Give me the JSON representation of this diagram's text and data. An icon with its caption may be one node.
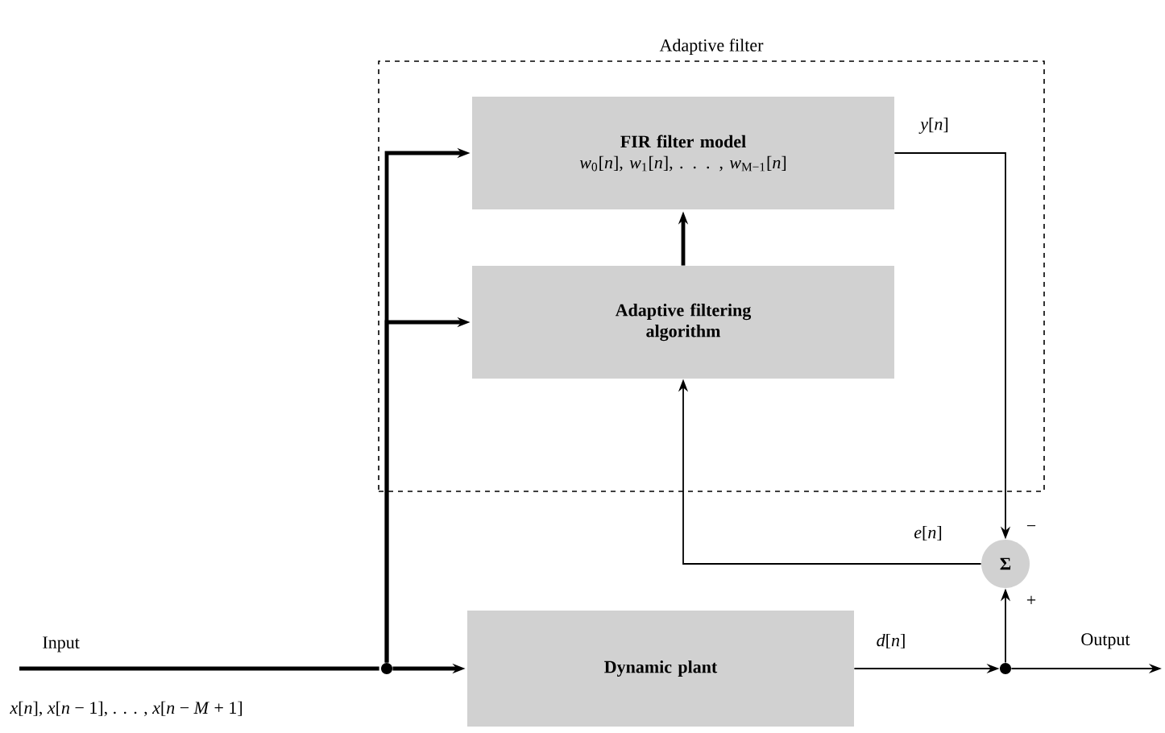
{
  "diagram": {
    "nodes": [
      {
        "text": [
          "Adaptive filter"
        ]
      },
      {
        "text": [
          "FIR filter model",
          "*w*$_{0}$[*n*], *w*$_{1}$[*n*], . . . , *w*$_{M−1}$[*n*]"
        ],
        "in": 0
      },
      {
        "text": [
          "Adaptive filtering algorithm"
        ],
        "in": 0
      },
      {
        "text": [
          "Dynamic plant"
        ]
      },
      {
        "text": [
          "Σ"
        ]
      },
      {
        "text": [],
        "shape": "circle"
      },
      {
        "text": [],
        "shape": "circle"
      }
    ],
    "edges": [
      {
        "from": null,
        "to": 5,
        "arrow": "none",
        "style": "thick",
        "label": "Input"
      },
      {
        "from": 5,
        "to": 3,
        "arrow": "to",
        "style": "thick"
      },
      {
        "from": 5,
        "to": 1,
        "arrow": "to",
        "style": "thick"
      },
      {
        "from": 5,
        "to": 2,
        "arrow": "to",
        "style": "thick"
      },
      {
        "from": 2,
        "to": 1,
        "arrow": "to",
        "style": "thick"
      },
      {
        "from": 1,
        "to": 4,
        "arrow": "to",
        "label": "*y*[*n*]"
      },
      {
        "from": 3,
        "to": 6,
        "arrow": "to",
        "label": "*d*[*n*]"
      },
      {
        "from": 6,
        "to": 4,
        "arrow": "to",
        "label": "+"
      },
      {
        "from": 6,
        "to": null,
        "arrow": "to",
        "label": "Output"
      },
      {
        "from": 4,
        "to": 2,
        "arrow": "to",
        "label": "*e*[*n*]"
      }
    ],
    "labels": [
      "*x*[*n*], *x*[*n* − 1], . . . , *x*[*n* − *M* + 1]",
      "−"
    ]
  }
}
